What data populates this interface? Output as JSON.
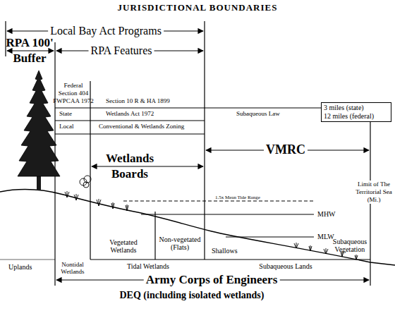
{
  "diagram": {
    "title": "JURISDICTIONAL BOUNDARIES",
    "nodes": [
      {
        "text": [
          "3 miles (state)",
          "12 miles (federal)"
        ]
      }
    ],
    "labels": [
      "Local Bay Act Programs",
      "RPA 100' Buffer",
      "RPA Features",
      "Federal",
      "Section 404",
      "FWPCAA 1972",
      "Section 10 R & HA 1899",
      "State",
      "Wetlands Act 1972",
      "Subaqueous Law",
      "Local",
      "Conventional & Wetlands Zoning",
      "Wetlands Boards",
      "VMRC",
      "Limit of The Territorial Sea (Mi.)",
      "1.5x Mean Tide Range",
      "MHW",
      "MLW",
      "Vegetated Wetlands",
      "Non-vegetated (Flats)",
      "Shallows",
      "Subaqueous Vegetation",
      "Uplands",
      "Nontidal Wetlands",
      "Tidal Wetlands",
      "Subaqueous Lands",
      "Army Corps of Engineers",
      "DEQ (including isolated wetlands)"
    ]
  }
}
